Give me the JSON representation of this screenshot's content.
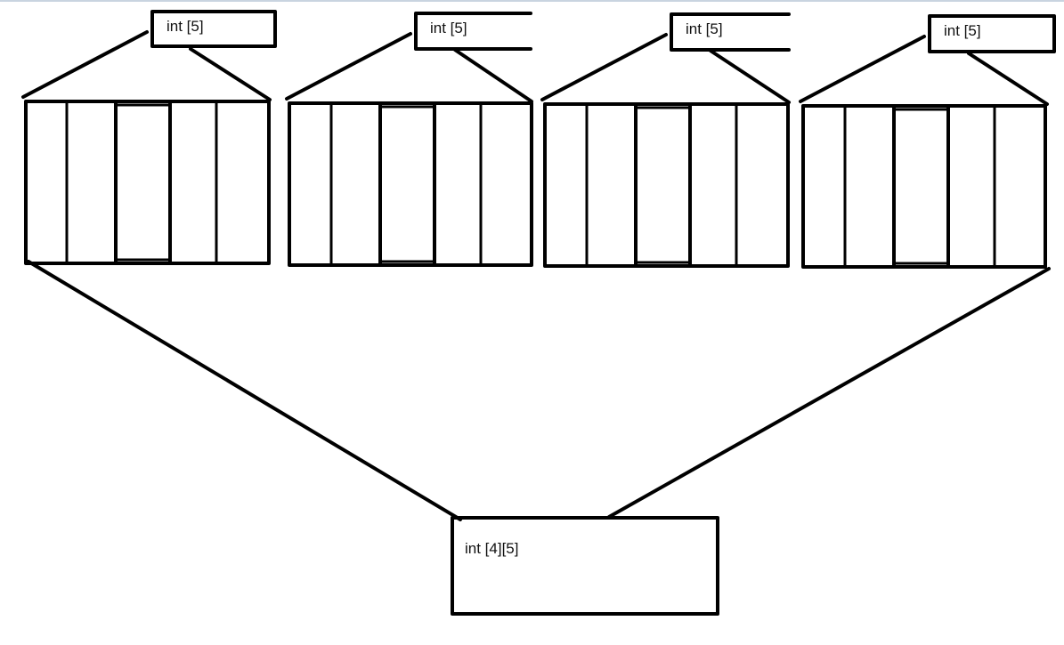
{
  "diagram": {
    "row_labels": [
      "int [5]",
      "int [5]",
      "int [5]",
      "int [5]"
    ],
    "array_label": "int [4][5]",
    "elements_per_row": 5
  }
}
